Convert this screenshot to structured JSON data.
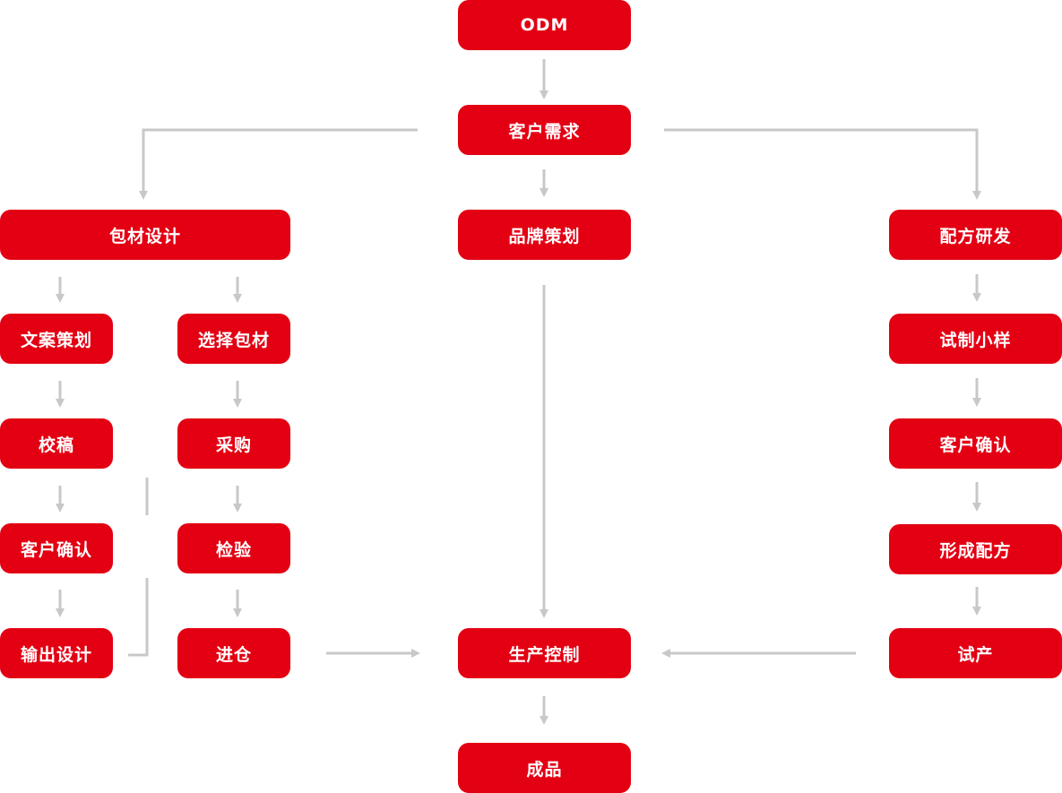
{
  "diagram": {
    "nodes": {
      "odm": "ODM",
      "customer_demand": "客户需求",
      "packaging_design": "包材设计",
      "brand_planning": "品牌策划",
      "formula_rd": "配方研发",
      "copy_planning": "文案策划",
      "select_packaging": "选择包材",
      "proofreading": "校稿",
      "procurement": "采购",
      "customer_confirm_left": "客户确认",
      "inspection": "检验",
      "output_design": "输出设计",
      "warehousing": "进仓",
      "trial_sample": "试制小样",
      "customer_confirm_right": "客户确认",
      "form_formula": "形成配方",
      "trial_production": "试产",
      "production_control": "生产控制",
      "finished_product": "成品"
    },
    "colors": {
      "node": "#e30013",
      "text": "#ffffff",
      "connector": "#c8c8c8"
    }
  }
}
